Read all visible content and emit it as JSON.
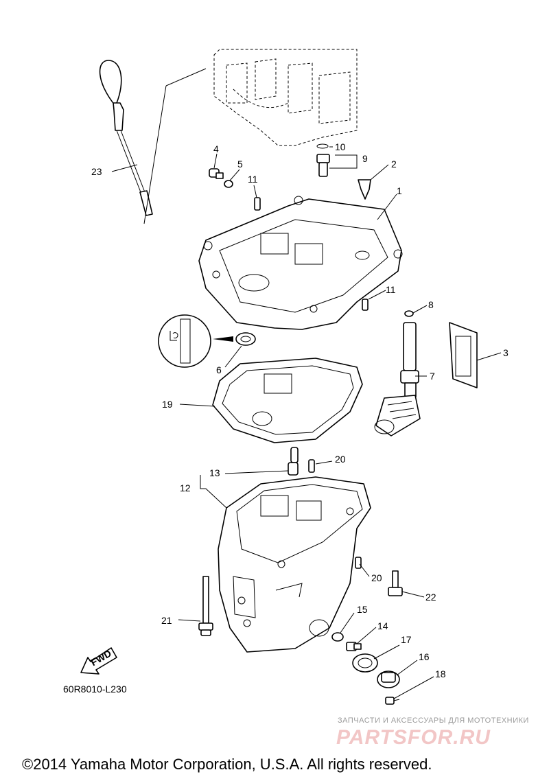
{
  "diagram": {
    "callouts": [
      "1",
      "2",
      "3",
      "4",
      "5",
      "6",
      "7",
      "8",
      "9",
      "10",
      "11",
      "11",
      "12",
      "13",
      "14",
      "15",
      "16",
      "17",
      "18",
      "19",
      "20",
      "20",
      "21",
      "22",
      "23"
    ],
    "fwd_label": "FWD",
    "reference_code": "60R8010-L230"
  },
  "watermark": {
    "tagline": "ЗАПЧАСТИ И АКСЕССУАРЫ ДЛЯ МОТОТЕХНИКИ",
    "logo_text": "PARTSFOR.RU"
  },
  "footer": {
    "copyright": "©2014 Yamaha Motor Corporation, U.S.A. All rights reserved."
  }
}
